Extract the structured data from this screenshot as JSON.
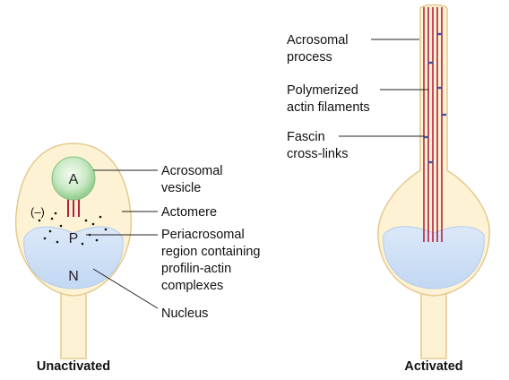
{
  "unactivated": {
    "caption": "Unactivated",
    "vesicle_letter": "A",
    "periacrosomal_letter": "P",
    "nucleus_letter": "N",
    "minus_sign": "(–)",
    "labels": {
      "acrosomal_vesicle": [
        "Acrosomal",
        "vesicle"
      ],
      "actomere": [
        "Actomere"
      ],
      "periacrosomal": [
        "Periacrosomal",
        "region containing",
        "profilin-actin",
        "complexes"
      ],
      "nucleus": [
        "Nucleus"
      ]
    }
  },
  "activated": {
    "caption": "Activated",
    "labels": {
      "acrosomal_process": [
        "Acrosomal",
        "process"
      ],
      "polymerized_actin": [
        "Polymerized",
        "actin filaments"
      ],
      "fascin": [
        "Fascin",
        "cross-links"
      ]
    }
  },
  "colors": {
    "cell_fill": "#fdf3d4",
    "cell_outline": "#e4c98e",
    "nucleus_fill": "#cfe0f6",
    "vesicle_fill": "#9fd49b",
    "filament": "#b3203c",
    "fascin": "#3c52a8"
  }
}
